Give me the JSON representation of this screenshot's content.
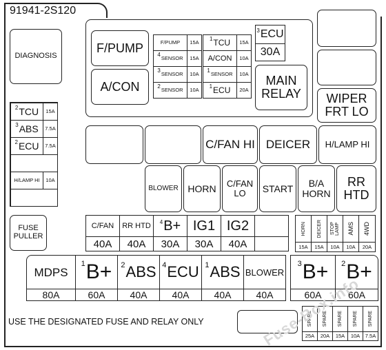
{
  "header": {
    "part_number": "91941-2S120"
  },
  "left": {
    "diagnosis": "DIAGNOSIS",
    "fuses": [
      {
        "num": "2",
        "name": "TCU",
        "amp": "15A"
      },
      {
        "num": "3",
        "name": "ABS",
        "amp": "7.5A"
      },
      {
        "num": "2",
        "name": "ECU",
        "amp": "7.5A"
      },
      {
        "num": "",
        "name": "",
        "amp": ""
      },
      {
        "num": "",
        "name": "H/LAMP HI",
        "amp": "10A"
      },
      {
        "num": "",
        "name": "",
        "amp": ""
      }
    ],
    "fuse_puller": "FUSE PULLER"
  },
  "top_panel": {
    "fpump": "F/PUMP",
    "acon": "A/CON",
    "mini_fuses": [
      {
        "num": "",
        "name": "F/PUMP",
        "amp": "15A"
      },
      {
        "num": "1",
        "name": "TCU",
        "amp": "15A"
      },
      {
        "num": "4",
        "name": "SENSOR",
        "amp": "15A"
      },
      {
        "num": "",
        "name": "A/CON",
        "amp": "10A"
      },
      {
        "num": "3",
        "name": "SENSOR",
        "amp": "10A"
      },
      {
        "num": "1",
        "name": "SENSOR",
        "amp": "10A"
      },
      {
        "num": "2",
        "name": "SENSOR",
        "amp": "10A"
      },
      {
        "num": "1",
        "name": "ECU",
        "amp": "20A"
      }
    ],
    "ecu_num": "3",
    "ecu_name": "ECU",
    "ecu_amp": "30A",
    "main_relay": "MAIN RELAY"
  },
  "right": {
    "wiper": "WIPER FRT LO"
  },
  "relays_row1": {
    "cfan_hi": "C/FAN HI",
    "deicer": "DEICER",
    "hlamp_hi": "H/LAMP HI"
  },
  "relays_row2": {
    "blower": "BLOWER",
    "horn": "HORN",
    "cfan_lo": "C/FAN LO",
    "start": "START",
    "ba_horn": "B/A HORN",
    "rr_htd": "RR HTD"
  },
  "fuse_row": {
    "items": [
      {
        "num": "",
        "name": "C/FAN",
        "amp": "40A"
      },
      {
        "num": "",
        "name": "RR HTD",
        "amp": "40A"
      },
      {
        "num": "4",
        "name": "B+",
        "amp": "30A"
      },
      {
        "num": "",
        "name": "IG1",
        "amp": "30A"
      },
      {
        "num": "",
        "name": "IG2",
        "amp": "40A"
      },
      {
        "num": "",
        "name": "",
        "amp": ""
      }
    ],
    "small": [
      {
        "name": "HORN",
        "amp": "15A"
      },
      {
        "name": "DEICER",
        "amp": "15A"
      },
      {
        "name": "STOP LAMP",
        "amp": "10A"
      },
      {
        "name": "AMS",
        "amp": "10A"
      },
      {
        "name": "4WD",
        "amp": "20A"
      }
    ]
  },
  "big_fuses": [
    {
      "num": "",
      "name": "MDPS",
      "amp": "80A"
    },
    {
      "num": "1",
      "name": "B+",
      "amp": "60A"
    },
    {
      "num": "2",
      "name": "ABS",
      "amp": "40A"
    },
    {
      "num": "4",
      "name": "ECU",
      "amp": "40A"
    },
    {
      "num": "1",
      "name": "ABS",
      "amp": "40A"
    },
    {
      "num": "",
      "name": "BLOWER",
      "amp": "40A"
    },
    {
      "num": "3",
      "name": "B+",
      "amp": "60A"
    },
    {
      "num": "2",
      "name": "B+",
      "amp": "60A"
    }
  ],
  "notice": "USE THE DESIGNATED FUSE AND RELAY ONLY",
  "spares": [
    {
      "name": "SPARE",
      "amp": "25A"
    },
    {
      "name": "SPARE",
      "amp": "20A"
    },
    {
      "name": "SPARE",
      "amp": "15A"
    },
    {
      "name": "SPARE",
      "amp": "10A"
    },
    {
      "name": "SPARE",
      "amp": "7.5A"
    }
  ],
  "watermark": "Fuse-Box.info"
}
